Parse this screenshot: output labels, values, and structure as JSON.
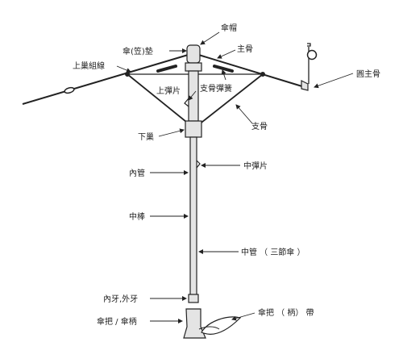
{
  "labels": {
    "canopy_cap": "傘帽",
    "washer": "傘(笠)墊",
    "main_rib": "主骨",
    "upper_nest_wire": "上巢組線",
    "ring_rib": "圓主骨",
    "upper_spring": "上彈片",
    "stretcher_spring": "支骨彈簧",
    "stretcher": "支骨",
    "lower_nest": "下巢",
    "inner_tube": "內管",
    "middle_spring": "中彈片",
    "middle_rod": "中棒",
    "middle_tube": "中管 （ 三節傘 ）",
    "thread": "內牙,外牙",
    "handle": "傘把 / 傘柄",
    "handle_strap": "傘把 （ 柄） 帶"
  },
  "colors": {
    "line": "#222222",
    "part_fill": "#e4e4e4",
    "text": "#222222"
  }
}
